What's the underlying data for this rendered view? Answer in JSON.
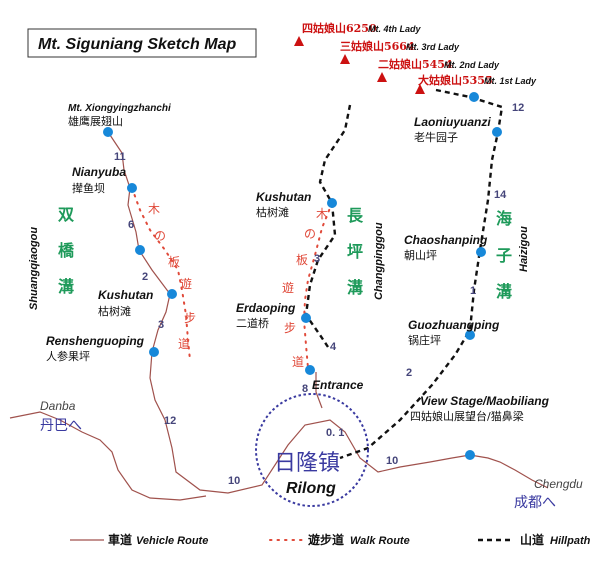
{
  "title": "Mt. Siguniang Sketch Map",
  "peaks": [
    {
      "cn": "四姑娘山6250",
      "en": "Mt. 4th Lady"
    },
    {
      "cn": "三姑娘山5664",
      "en": "Mt. 3rd Lady"
    },
    {
      "cn": "二姑娘山5454",
      "en": "Mt. 2nd Lady"
    },
    {
      "cn": "大姑娘山5355",
      "en": "Mt. 1st Lady"
    }
  ],
  "places": {
    "xiongying": {
      "en": "Mt. Xiongyingzhanchi",
      "cn": "雄鹰展翅山"
    },
    "nianyuba": {
      "en": "Nianyuba",
      "cn": "撵鱼坝"
    },
    "kushutan_left": {
      "en": "Kushutan",
      "cn": "枯树滩"
    },
    "renshen": {
      "en": "Renshenguoping",
      "cn": "人参果坪"
    },
    "kushutan_mid": {
      "en": "Kushutan",
      "cn": "枯树滩"
    },
    "erdaoping": {
      "en": "Erdaoping",
      "cn": "二道桥"
    },
    "entrance": {
      "en": "Entrance"
    },
    "laoniu": {
      "en": "Laoniuyuanzi",
      "cn": "老牛园子"
    },
    "chaoshan": {
      "en": "Chaoshanping",
      "cn": "朝山坪"
    },
    "guozhuang": {
      "en": "Guozhuangping",
      "cn": "锅庄坪"
    },
    "viewstage": {
      "en": "View Stage/Maobiliang",
      "cn": "四姑娘山展望台/猫鼻梁"
    }
  },
  "valleys": {
    "shuangqiao": {
      "cn": [
        "双",
        "橋",
        "溝"
      ],
      "en": "Shuangqiaogou"
    },
    "changping": {
      "cn": [
        "長",
        "坪",
        "溝"
      ],
      "en": "Changpinggou"
    },
    "haizi": {
      "cn": [
        "海",
        "子",
        "溝"
      ],
      "en": "Haizigou"
    }
  },
  "walk_labels": {
    "left": [
      "木",
      "の",
      "板",
      "遊",
      "步",
      "道"
    ],
    "mid": [
      "木",
      "の",
      "板",
      "遊",
      "步",
      "道"
    ]
  },
  "distances": {
    "d11": "11",
    "d6": "6",
    "d2": "2",
    "d3": "3",
    "d12_left": "12",
    "d3_mid": "3",
    "d4": "4",
    "d8": "8",
    "d01": "0. 1",
    "d10_left": "10",
    "d10_right": "10",
    "d12_top": "12",
    "d14": "14",
    "d1": "1",
    "d2_right": "2"
  },
  "town": {
    "cn": "日隆镇",
    "en": "Rilong"
  },
  "directions": {
    "danba": {
      "en": "Danba",
      "cn": "丹巴へ"
    },
    "chengdu": {
      "en": "Chengdu",
      "cn": "成都へ"
    }
  },
  "legend": {
    "vehicle": {
      "cn": "車道",
      "en": "Vehicle Route"
    },
    "walk": {
      "cn": "遊步道",
      "en": "Walk Route"
    },
    "hill": {
      "cn": "山道",
      "en": "Hillpath"
    }
  },
  "colors": {
    "vehicle_route": "#a0524d",
    "walk_route": "#e04a3a",
    "hillpath": "#111111",
    "node": "#1788d9",
    "peak": "#cc1111",
    "valley": "#1e9a5a",
    "town": "#3a3aa0"
  }
}
